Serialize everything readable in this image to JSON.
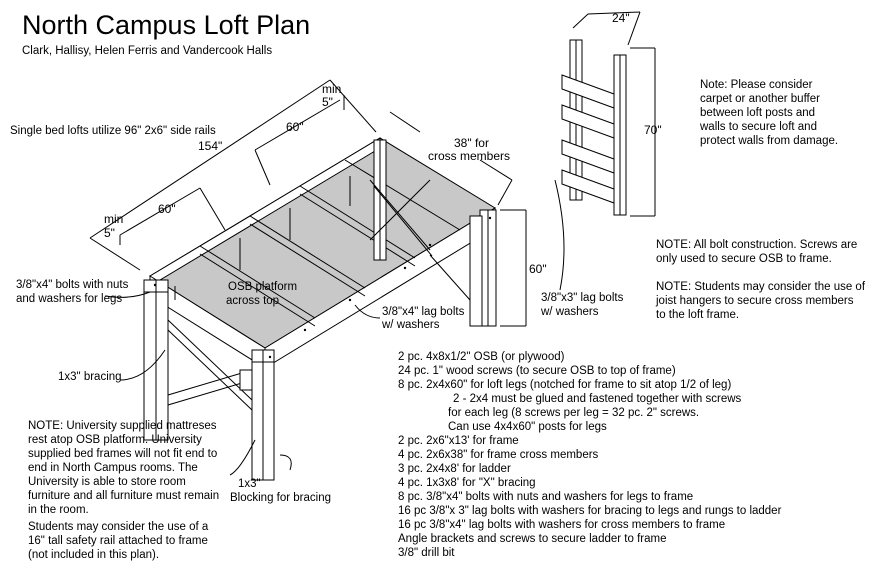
{
  "header": {
    "title": "North Campus Loft Plan",
    "subtitle": "Clark, Hallisy, Helen Ferris and Vandercook Halls"
  },
  "dimensions": {
    "min_top": "min",
    "min_top_val": "5\"",
    "top_60": "60\"",
    "len_154": "154\"",
    "min_left": "min",
    "min_left_val": "5\"",
    "left_60": "60\"",
    "cross_38_l1": "38\" for",
    "cross_38_l2": "cross members",
    "height_60": "60\"",
    "ladder_width": "24\"",
    "ladder_height": "70\""
  },
  "callouts": {
    "side_rails": "Single bed lofts utilize 96\" 2x6\" side rails",
    "osb_l1": "OSB platform",
    "osb_l2": "across top",
    "bolts_legs_l1": "3/8\"x4\" bolts with nuts",
    "bolts_legs_l2": "and washers for legs",
    "lag_4_l1": "3/8\"x4\" lag bolts",
    "lag_4_l2": "w/ washers",
    "lag_3_l1": "3/8\"x3\" lag bolts",
    "lag_3_l2": "w/ washers",
    "bracing_1x3": "1x3\" bracing",
    "blocking_l1": "1x3\"",
    "blocking_l2": "Blocking for bracing"
  },
  "notes": {
    "carpet": [
      "Note: Please consider",
      "carpet or another buffer",
      "between loft posts and",
      "walls to secure loft and",
      "protect walls from damage."
    ],
    "bolt": [
      "NOTE: All bolt construction. Screws are",
      "only used to secure OSB to frame."
    ],
    "joist": [
      "NOTE: Students may consider the use of",
      "joist hangers to secure cross members",
      "to the loft frame."
    ],
    "mattress": [
      "NOTE: University supplied mattreses",
      "rest atop OSB platform. University",
      "supplied bed frames will not fit end to",
      "end in North Campus rooms. The",
      "University is able to store room",
      "furniture and all furniture must remain",
      "in the room."
    ],
    "safety": [
      "Students may consider the use of a",
      "16\" tall safety rail attached to frame",
      "(not included in this plan)."
    ]
  },
  "materials": [
    "2 pc. 4x8x1/2\" OSB (or plywood)",
    "24 pc. 1\" wood screws (to secure OSB to top of frame)",
    "8 pc. 2x4x60\" for loft legs (notched for frame to sit atop 1/2 of leg)",
    "2 - 2x4 must be glued and fastened together with screws",
    "for each leg (8 screws per leg = 32 pc. 2\" screws.",
    "Can use 4x4x60\" posts for legs",
    "2 pc. 2x6\"x13' for frame",
    "4 pc. 2x6x38\" for frame cross members",
    "3 pc. 2x4x8' for ladder",
    "4 pc. 1x3x8' for \"X\" bracing",
    "8 pc. 3/8\"x4\" bolts with nuts and washers for legs to frame",
    "16 pc 3/8\"x 3\" lag bolts with washers for bracing to legs and rungs to ladder",
    "16 pc 3/8\"x4\" lag bolts with washers for cross members to frame",
    "Angle brackets and screws to secure ladder to frame",
    "3/8\" drill bit"
  ],
  "colors": {
    "osb_fill": "#c8c8c8",
    "line": "#000000"
  }
}
